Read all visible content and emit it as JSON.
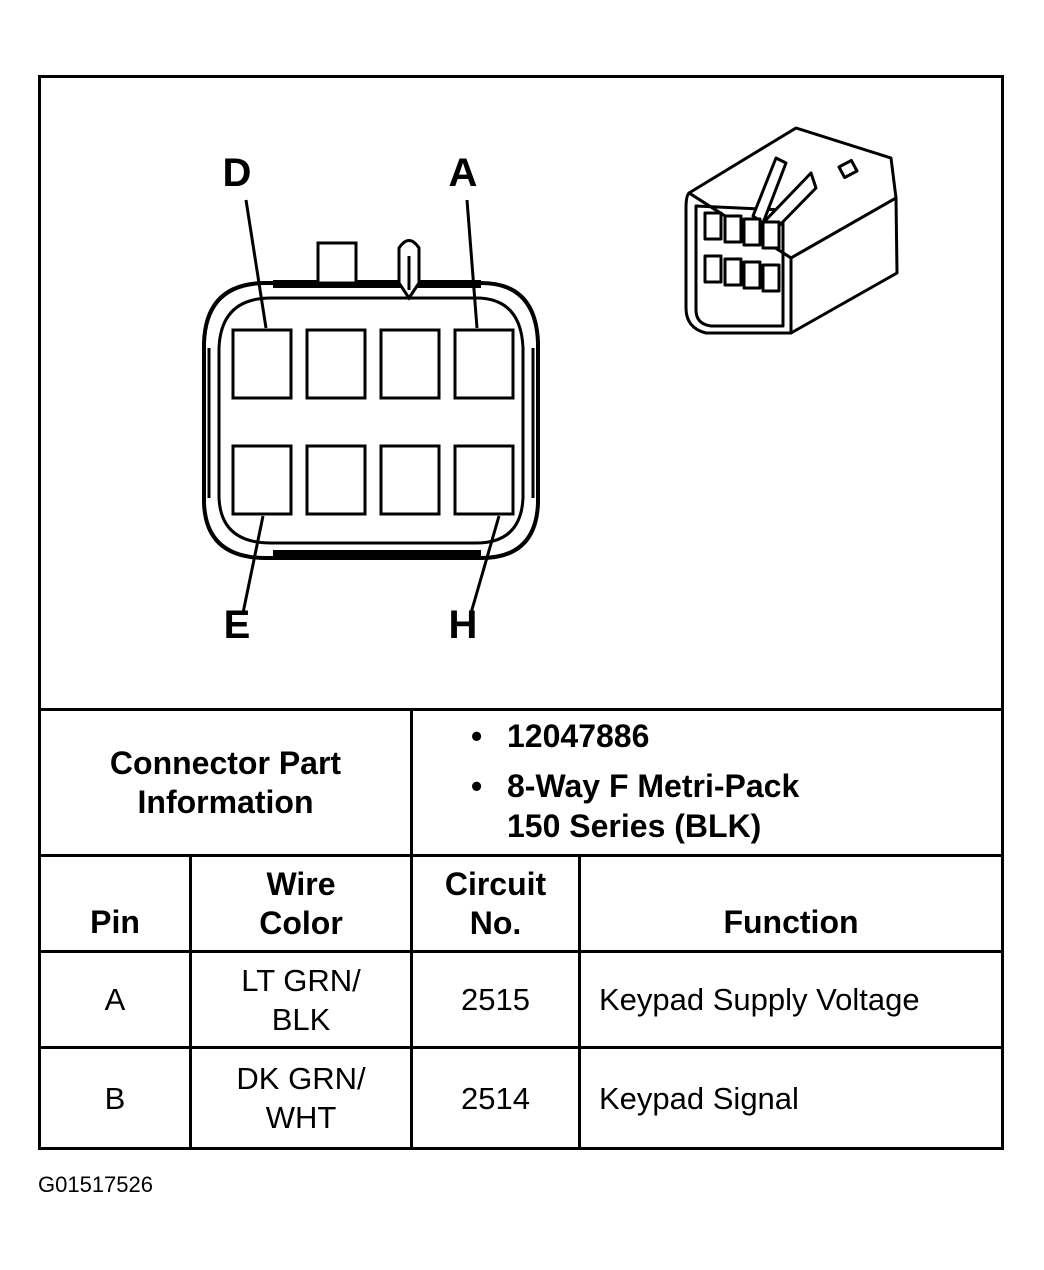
{
  "diagram": {
    "pin_labels": {
      "top_left": "D",
      "top_right": "A",
      "bottom_left": "E",
      "bottom_right": "H"
    }
  },
  "part_info": {
    "label_line1": "Connector Part",
    "label_line2": "Information",
    "items": [
      {
        "line1": "12047886",
        "line2": ""
      },
      {
        "line1": "8-Way F Metri-Pack",
        "line2": "150 Series (BLK)"
      }
    ]
  },
  "table": {
    "headers": {
      "pin": "Pin",
      "wire_color_line1": "Wire",
      "wire_color_line2": "Color",
      "circuit_line1": "Circuit",
      "circuit_line2": "No.",
      "function": "Function"
    },
    "rows": [
      {
        "pin": "A",
        "wire_line1": "LT GRN/",
        "wire_line2": "BLK",
        "circuit": "2515",
        "function": "Keypad Supply Voltage"
      },
      {
        "pin": "B",
        "wire_line1": "DK GRN/",
        "wire_line2": "WHT",
        "circuit": "2514",
        "function": "Keypad Signal"
      }
    ]
  },
  "figure_id": "G01517526"
}
